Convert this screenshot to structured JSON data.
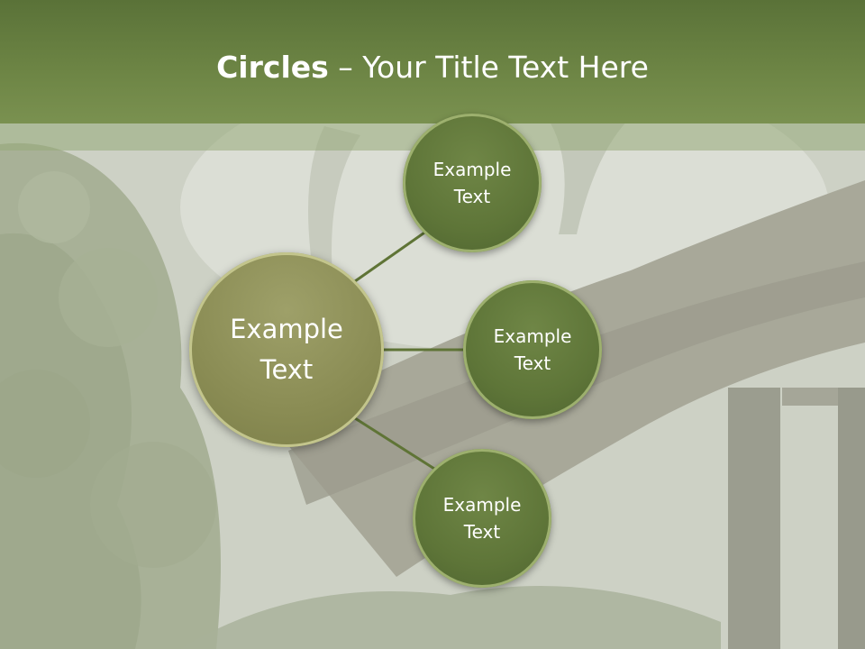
{
  "slide": {
    "title_bold": "Circles",
    "title_rest": " – Your Title Text Here"
  },
  "diagram": {
    "center": {
      "label": "Example\nText"
    },
    "nodes": [
      {
        "label": "Example\nText"
      },
      {
        "label": "Example\nText"
      },
      {
        "label": "Example\nText"
      }
    ]
  },
  "colors": {
    "header": "#6c8444",
    "node_fill": "#5e7538",
    "center_fill": "#8a8c54",
    "connector": "#5f7436"
  }
}
